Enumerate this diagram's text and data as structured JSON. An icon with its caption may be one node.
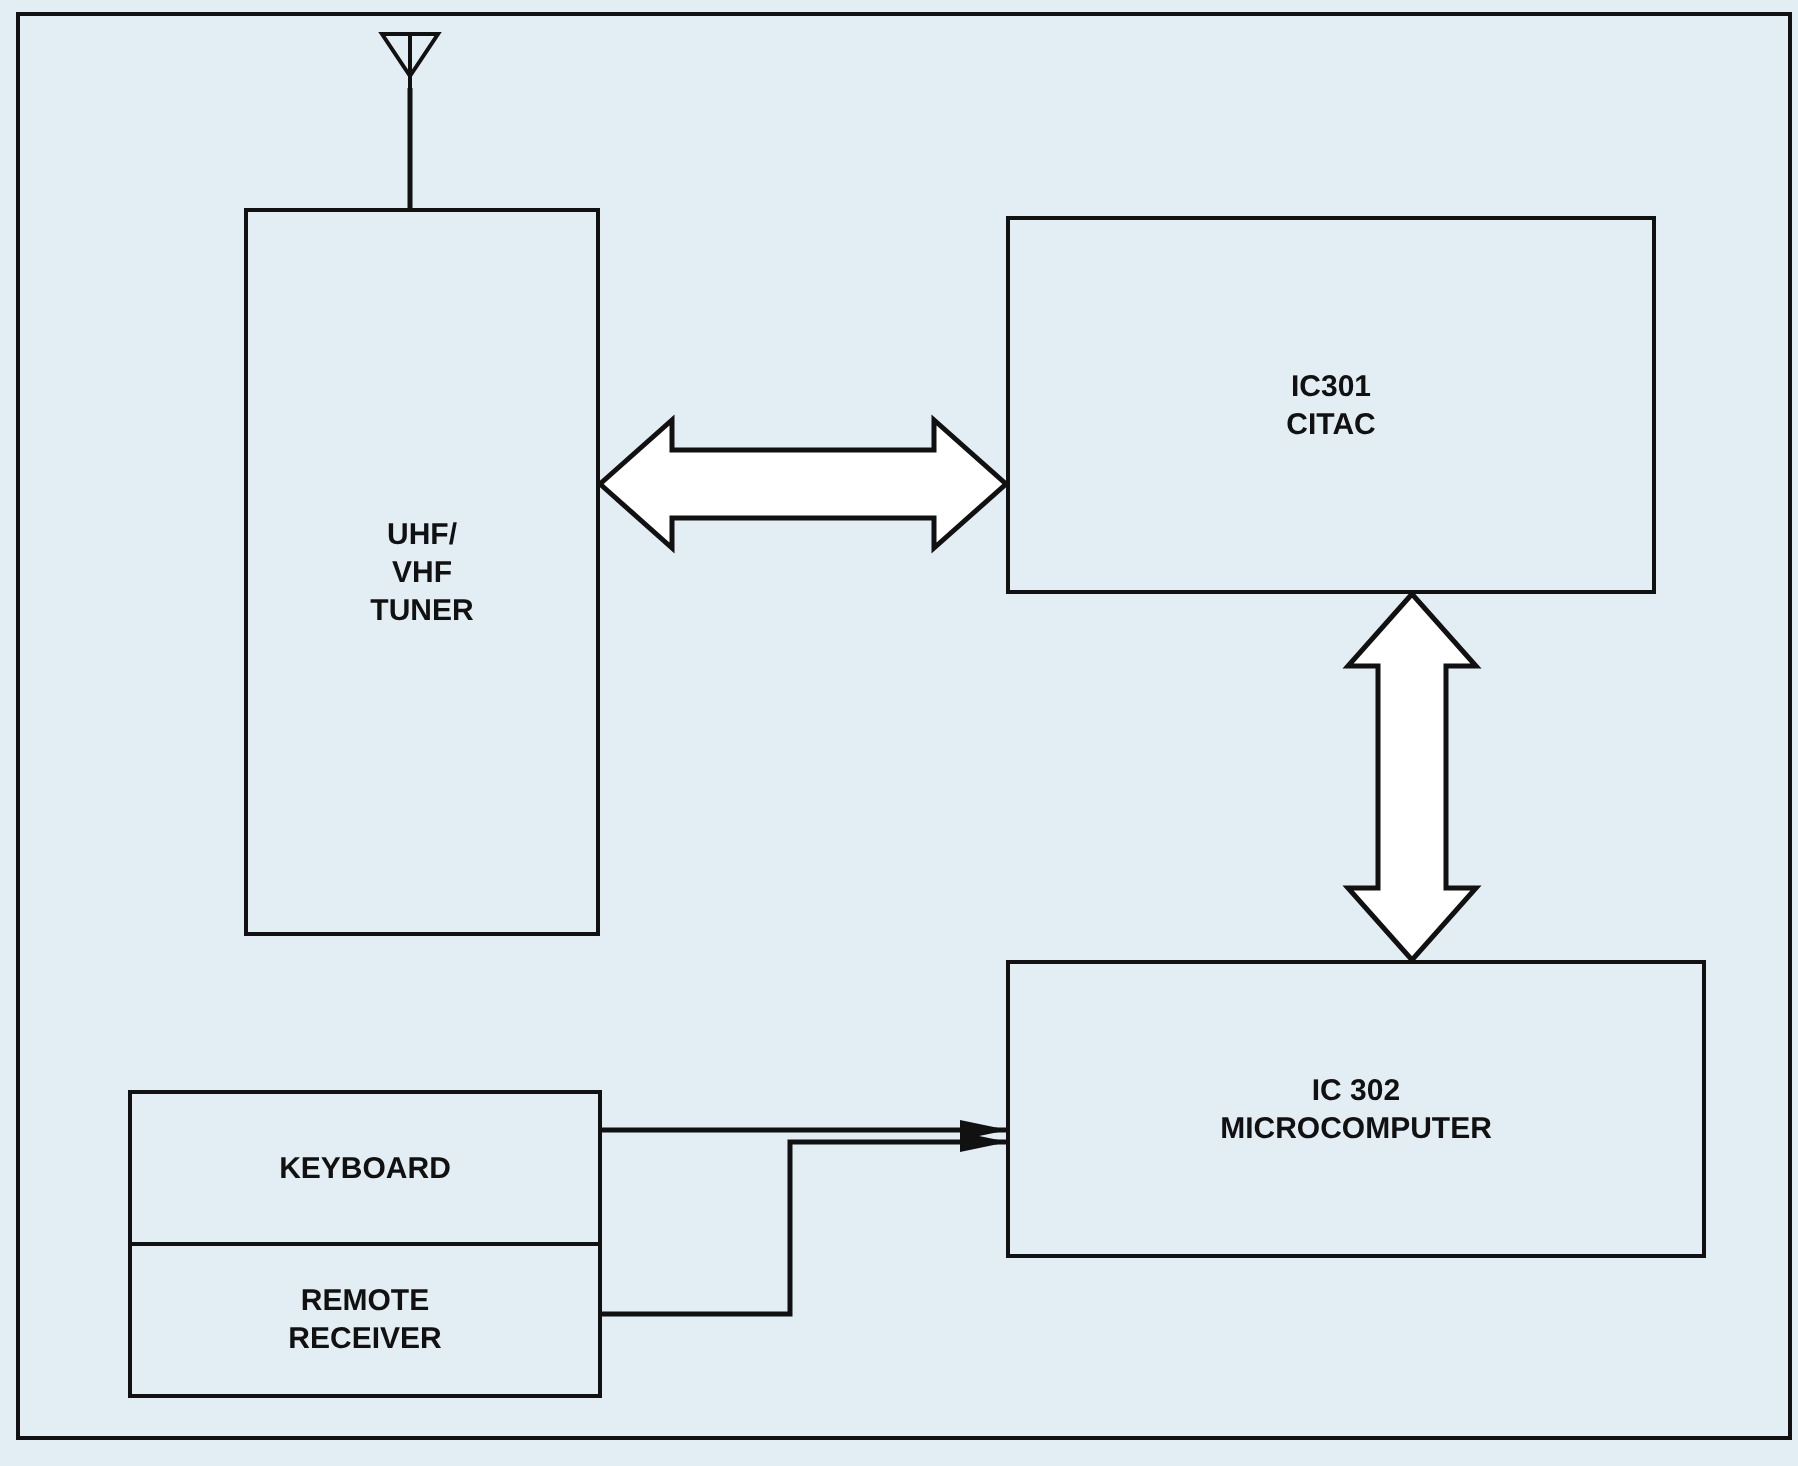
{
  "diagram": {
    "nodes": [
      {
        "text": [],
        "shape": "antenna"
      },
      {
        "text": [
          "UHF/ VHF TUNER"
        ]
      },
      {
        "text": [
          "IC301 CITAC"
        ]
      },
      {
        "text": [
          "IC 302 MICROCOMPUTER"
        ]
      },
      {
        "text": [
          "KEYBOARD"
        ]
      },
      {
        "text": [
          "REMOTE RECEIVER"
        ]
      }
    ],
    "edges": [
      {
        "from": 0,
        "to": 1,
        "arrow": "none"
      },
      {
        "from": 1,
        "to": 2,
        "arrow": "both",
        "style": "thick"
      },
      {
        "from": 2,
        "to": 3,
        "arrow": "both",
        "style": "thick"
      },
      {
        "from": 4,
        "to": 3,
        "arrow": "to"
      },
      {
        "from": 5,
        "to": 3,
        "arrow": "to"
      }
    ]
  }
}
